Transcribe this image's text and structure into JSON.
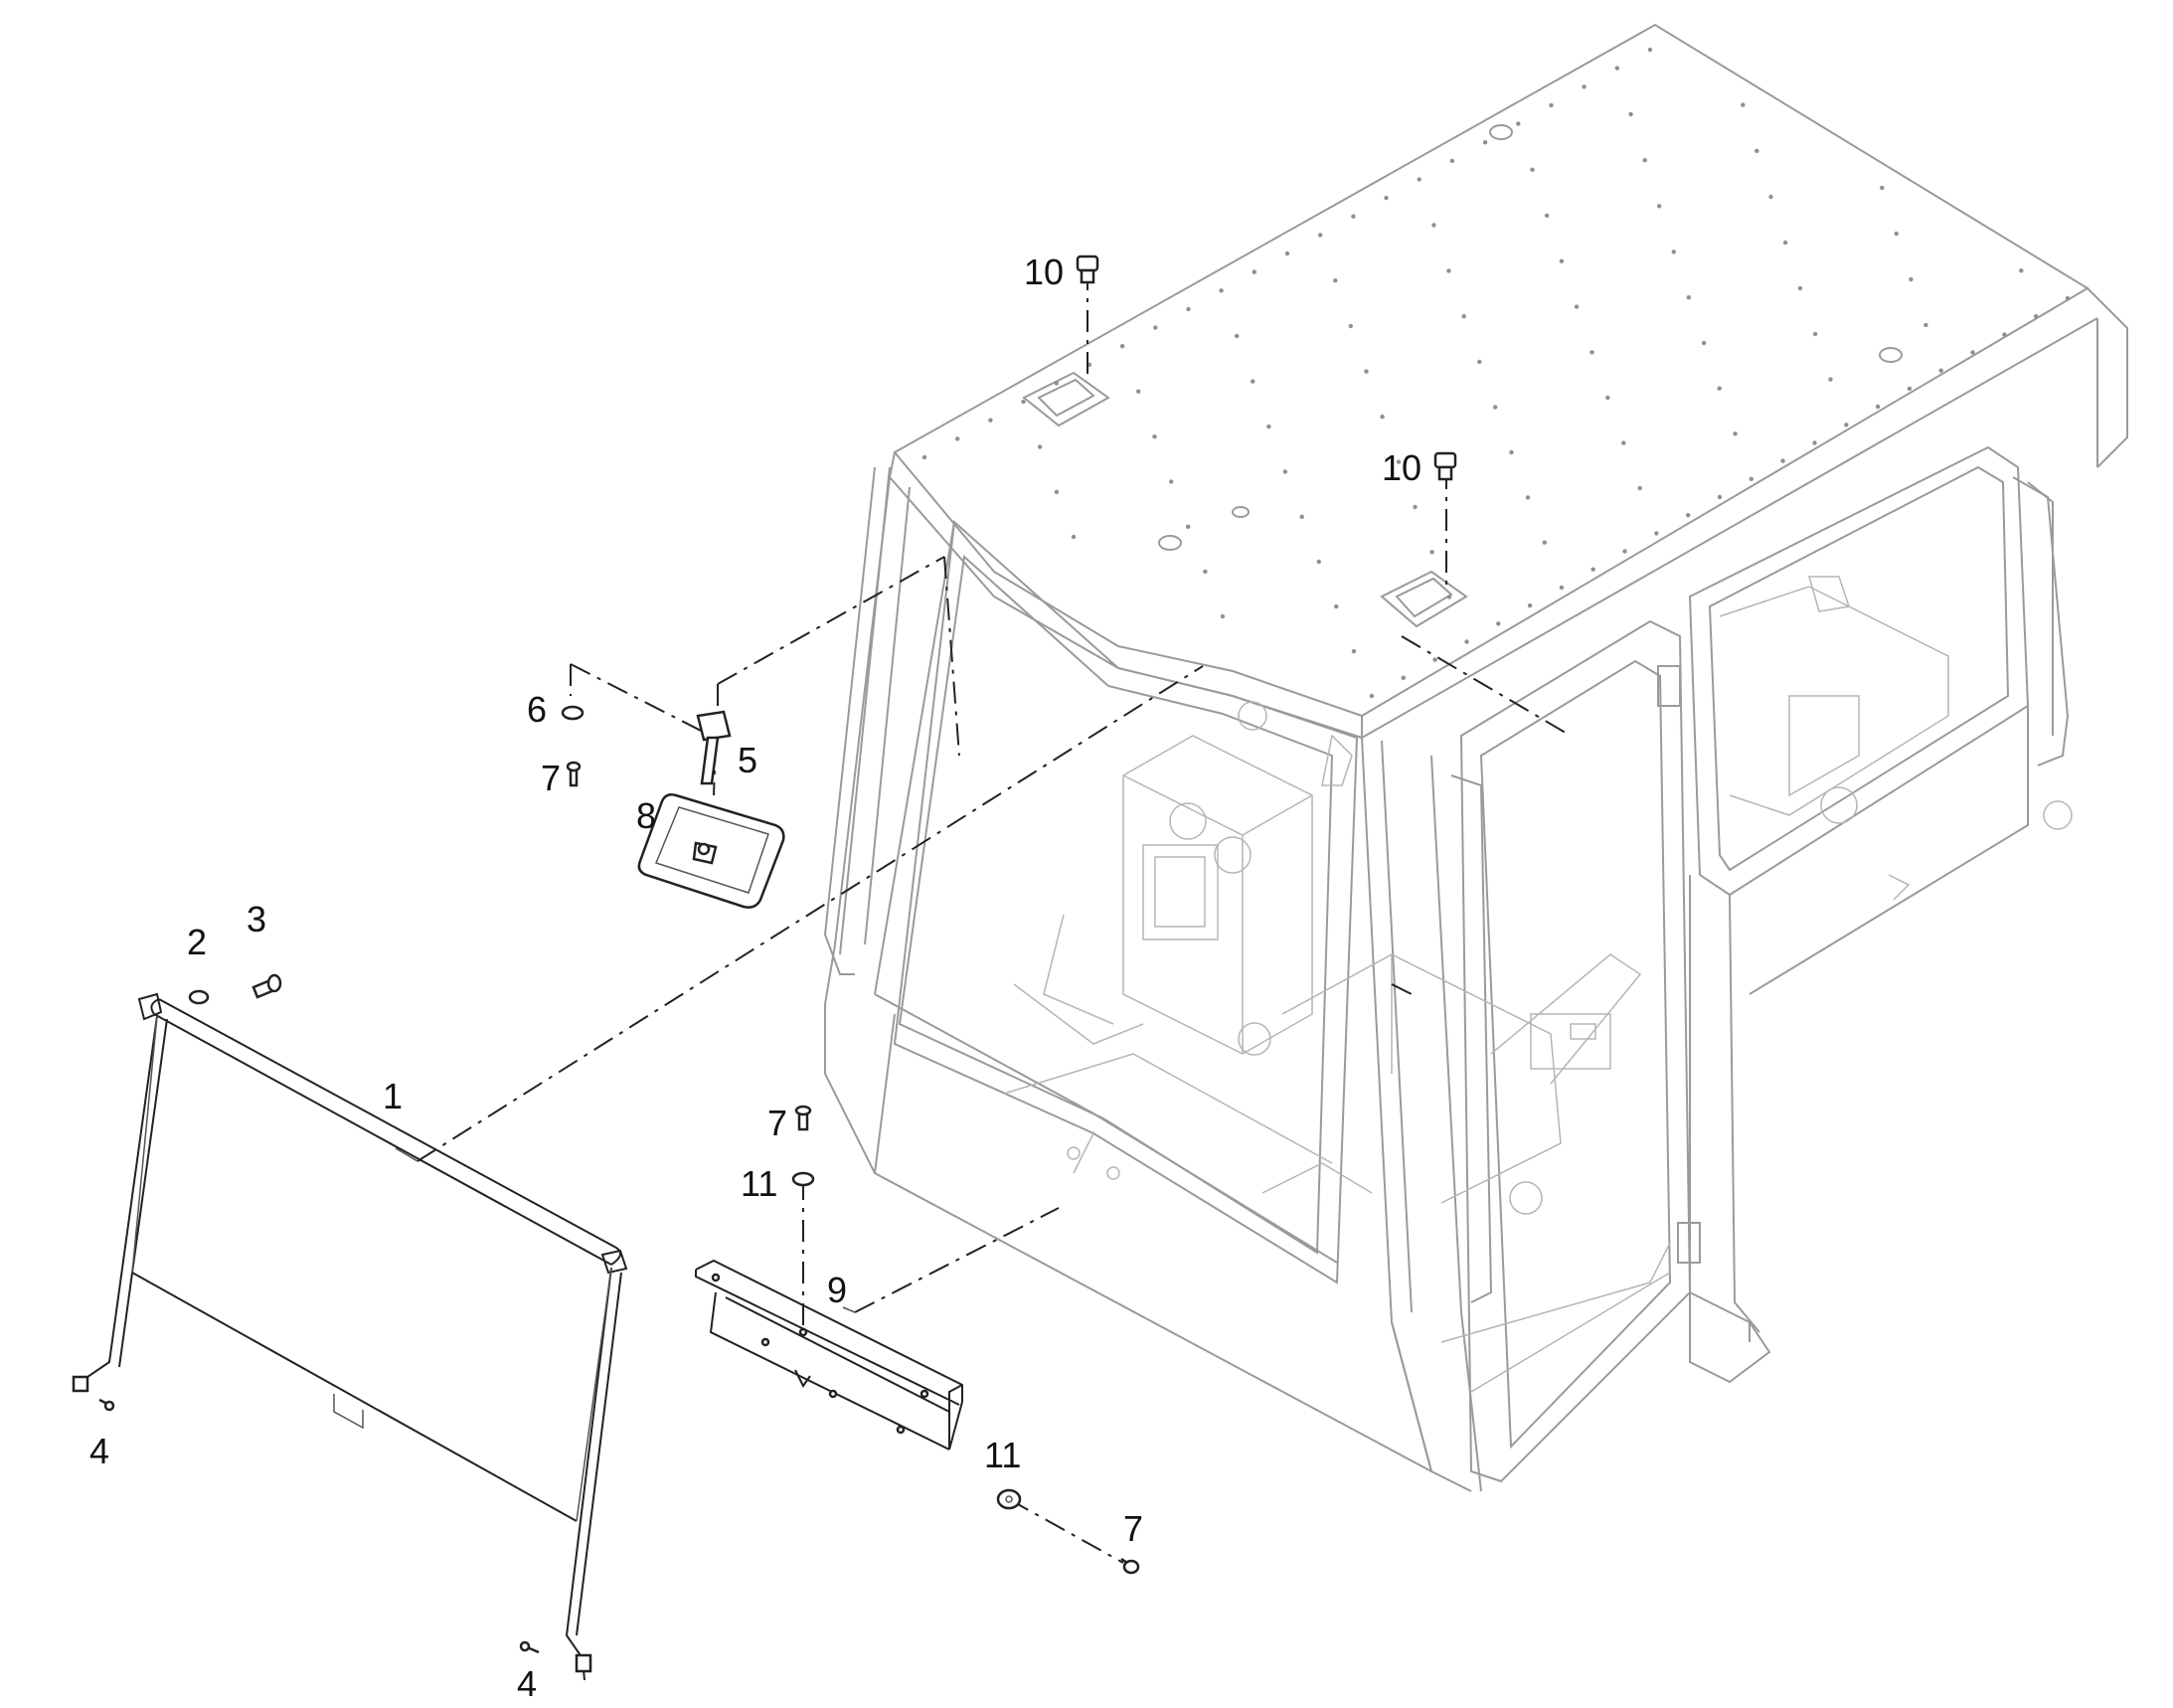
{
  "diagram": {
    "callouts": [
      {
        "id": "c1",
        "label": "1"
      },
      {
        "id": "c2",
        "label": "2"
      },
      {
        "id": "c3",
        "label": "3"
      },
      {
        "id": "c4a",
        "label": "4"
      },
      {
        "id": "c4b",
        "label": "4"
      },
      {
        "id": "c5",
        "label": "5"
      },
      {
        "id": "c6",
        "label": "6"
      },
      {
        "id": "c7a",
        "label": "7"
      },
      {
        "id": "c7b",
        "label": "7"
      },
      {
        "id": "c7c",
        "label": "7"
      },
      {
        "id": "c8",
        "label": "8"
      },
      {
        "id": "c9",
        "label": "9"
      },
      {
        "id": "c10a",
        "label": "10"
      },
      {
        "id": "c10b",
        "label": "10"
      },
      {
        "id": "c11a",
        "label": "11"
      },
      {
        "id": "c11b",
        "label": "11"
      }
    ]
  }
}
